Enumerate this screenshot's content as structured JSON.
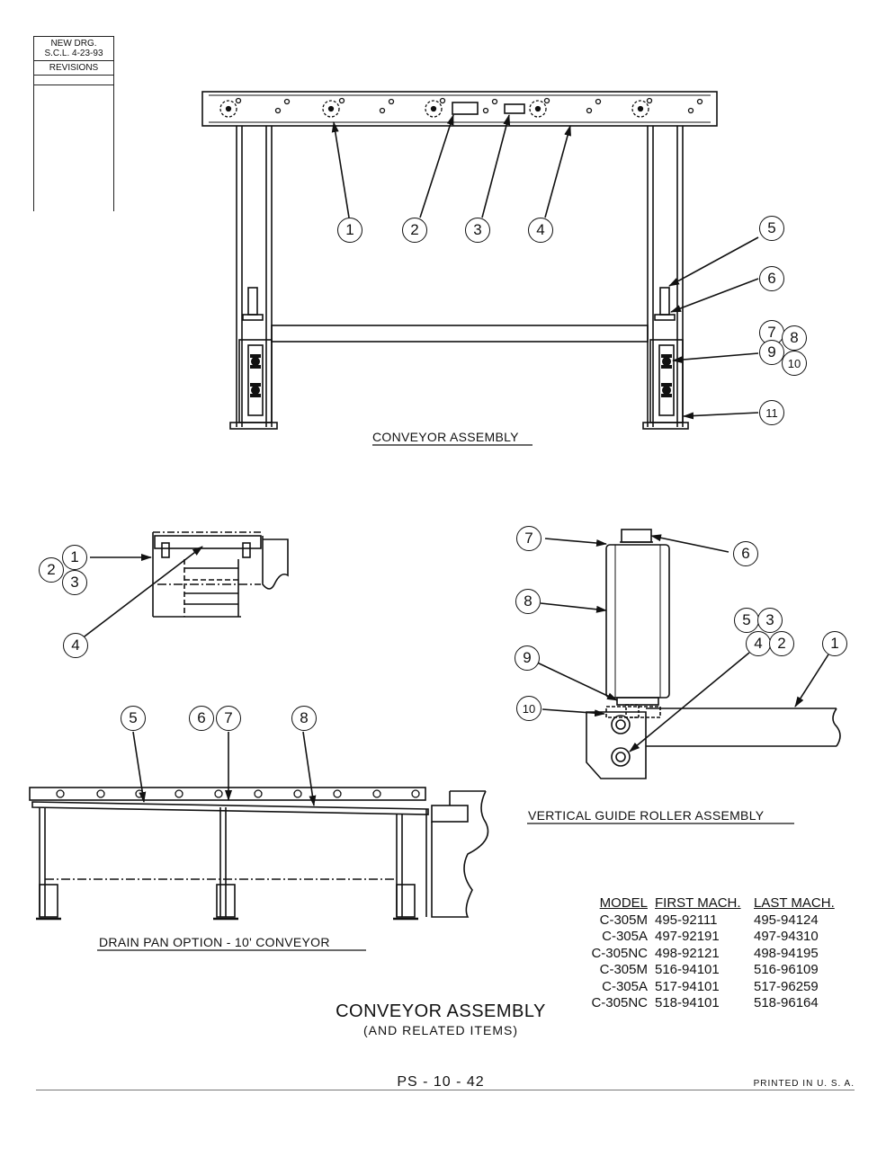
{
  "revision_block": {
    "line1": "NEW DRG.",
    "line2": "S.C.L. 4-23-93",
    "line3": "REVISIONS"
  },
  "views": {
    "conveyor_assembly": {
      "caption": "CONVEYOR ASSEMBLY",
      "callouts": [
        "1",
        "2",
        "3",
        "4",
        "5",
        "6",
        "7",
        "8",
        "9",
        "10",
        "11"
      ]
    },
    "drain_pan_detail": {
      "callouts": [
        "1",
        "2",
        "3",
        "4"
      ]
    },
    "drain_pan_option": {
      "caption": "DRAIN PAN OPTION - 10' CONVEYOR",
      "callouts": [
        "5",
        "6",
        "7",
        "8"
      ]
    },
    "vertical_guide_roller": {
      "caption": "VERTICAL GUIDE ROLLER ASSEMBLY",
      "callouts": [
        "7",
        "6",
        "8",
        "5",
        "3",
        "4",
        "2",
        "1",
        "9",
        "10"
      ]
    }
  },
  "serial_table": {
    "headers": [
      "MODEL",
      "FIRST MACH.",
      "LAST MACH."
    ],
    "rows": [
      [
        "C-305M",
        "495-92111",
        "495-94124"
      ],
      [
        "C-305A",
        "497-92191",
        "497-94310"
      ],
      [
        "C-305NC",
        "498-92121",
        "498-94195"
      ],
      [
        "C-305M",
        "516-94101",
        "516-96109"
      ],
      [
        "C-305A",
        "517-94101",
        "517-96259"
      ],
      [
        "C-305NC",
        "518-94101",
        "518-96164"
      ]
    ]
  },
  "title": {
    "main": "CONVEYOR ASSEMBLY",
    "sub": "(AND RELATED ITEMS)"
  },
  "footer": {
    "page": "PS - 10 - 42",
    "printed": "PRINTED IN U. S. A."
  }
}
